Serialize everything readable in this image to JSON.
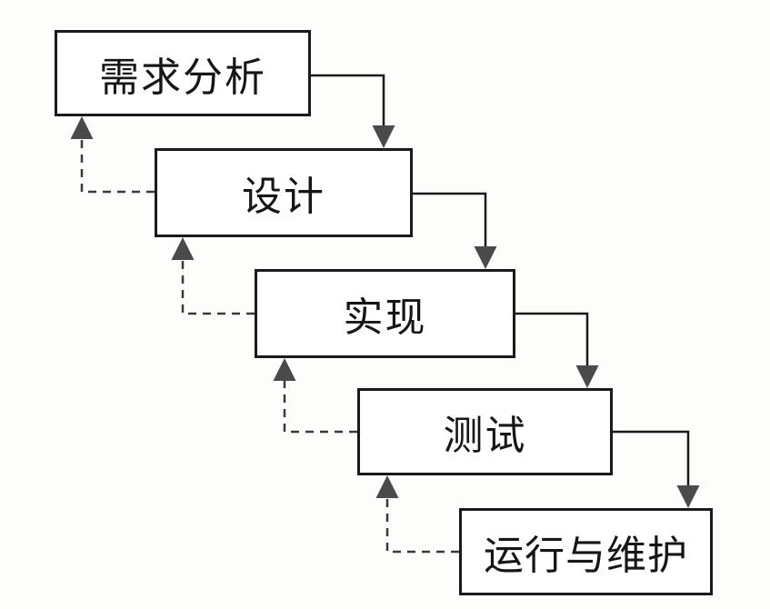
{
  "diagram": {
    "stages": [
      {
        "label": "需求分析"
      },
      {
        "label": "设计"
      },
      {
        "label": "实现"
      },
      {
        "label": "测试"
      },
      {
        "label": "运行与维护"
      }
    ],
    "colors": {
      "line": "#1a1a1a",
      "dashed_line": "#3a3a3a",
      "arrowhead": "#4a4a4a"
    }
  }
}
